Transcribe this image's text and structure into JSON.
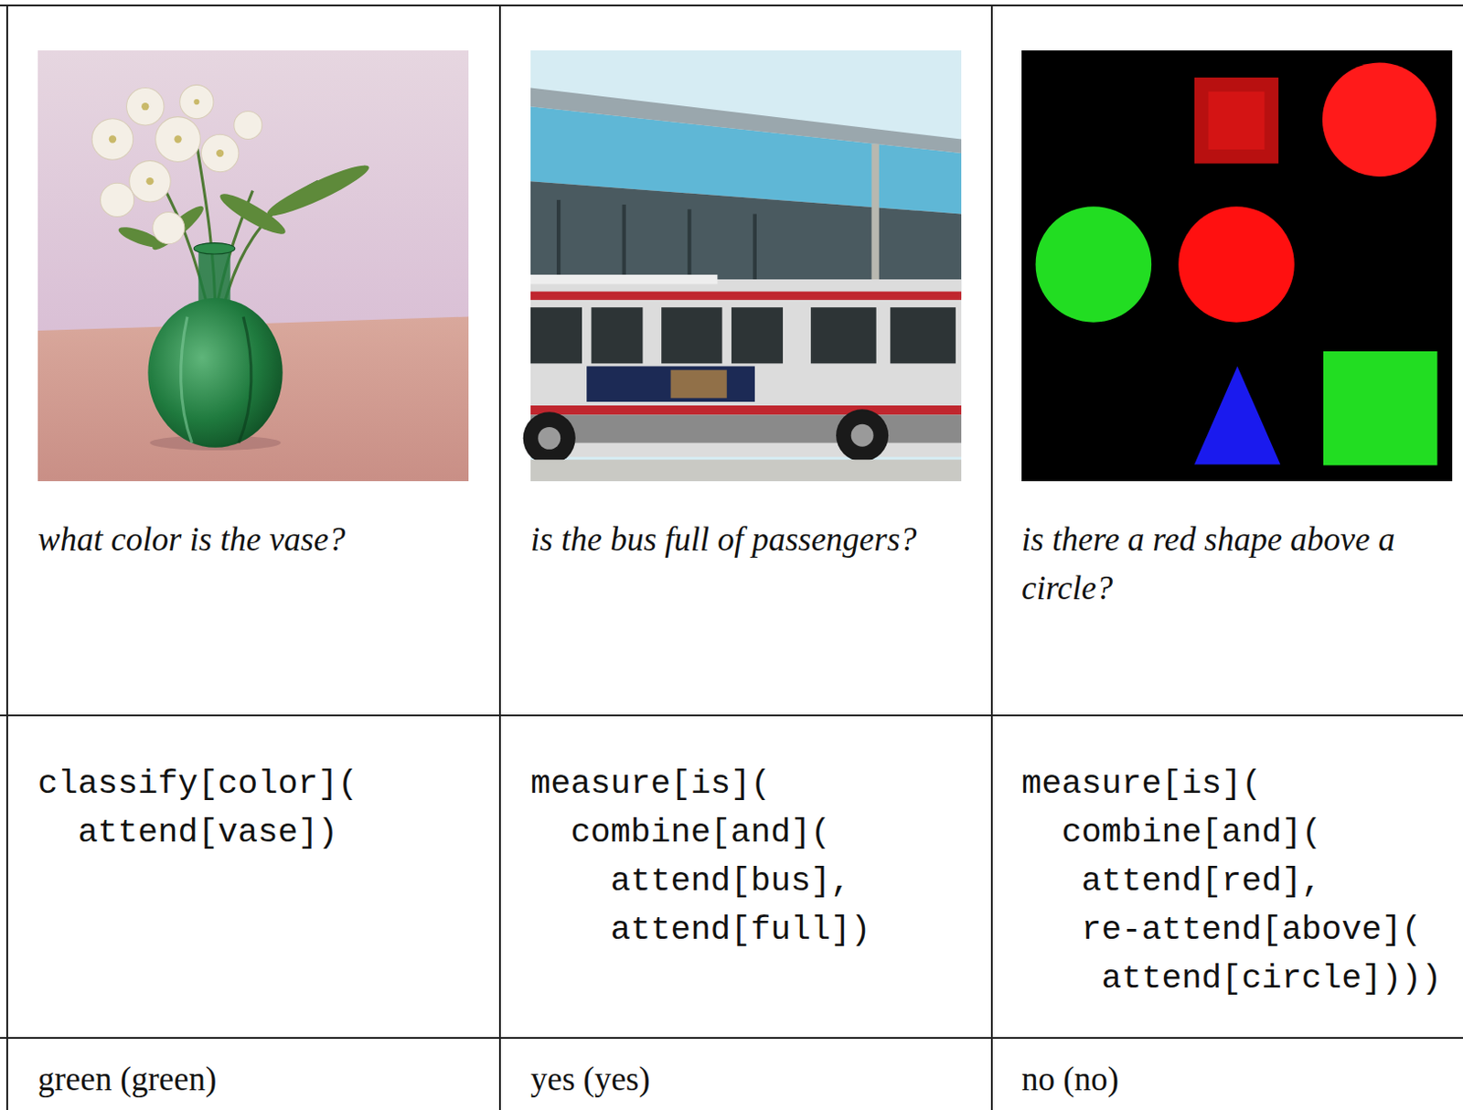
{
  "diagram": {
    "labels": [
      "what color is the vase?",
      "is the bus full of passengers?",
      "is there a red shape above a circle?",
      "classify[color](",
      "attend[vase])",
      "measure[is](",
      "combine[and](",
      "attend[bus],",
      "attend[full])",
      "measure[is](",
      "combine[and](",
      "attend[red],",
      "re-attend[above](",
      "attend[circle])))",
      "green (green)",
      "yes (yes)",
      "no (no)"
    ]
  }
}
